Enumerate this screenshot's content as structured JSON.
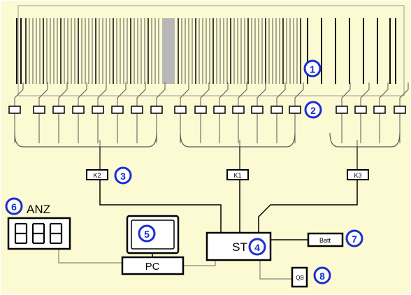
{
  "diagram": {
    "colors": {
      "background": "#fbfad2",
      "frame": "#9a9a9a",
      "line": "#000000",
      "thin_line": "#6b6b6b",
      "module_fill": "#ffffff",
      "highlight_fill": "#b8b8b8",
      "badge_stroke": "#1a2fd1"
    },
    "labels": {
      "k1": "K1",
      "k2": "K2",
      "k3": "K3",
      "controller": "ST",
      "pc": "PC",
      "battery": "Batt",
      "qb": "QB",
      "display": "ANZ"
    },
    "badges": [
      "1",
      "2",
      "3",
      "4",
      "5",
      "6",
      "7",
      "8"
    ]
  }
}
